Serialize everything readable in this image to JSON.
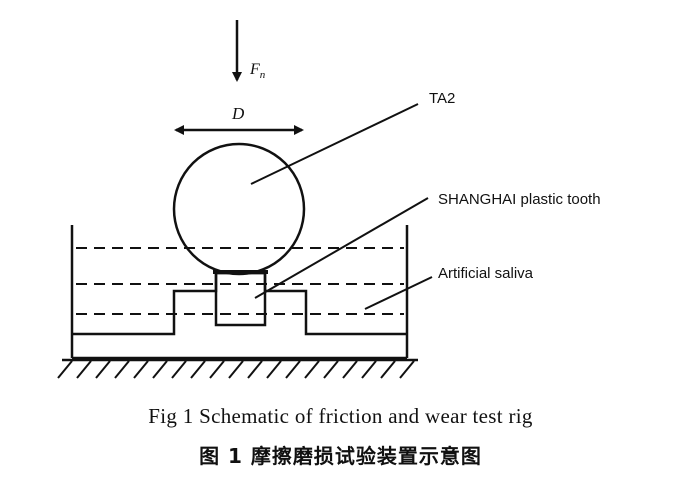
{
  "labels": {
    "force_symbol": "F",
    "force_subscript": "n",
    "diameter": "D",
    "ball_material": "TA2",
    "tooth_material": "SHANGHAI plastic tooth",
    "medium": "Artificial saliva"
  },
  "caption": {
    "english": "Fig 1   Schematic of friction and wear test rig",
    "chinese": "图 1    摩擦磨损试验装置示意图"
  }
}
